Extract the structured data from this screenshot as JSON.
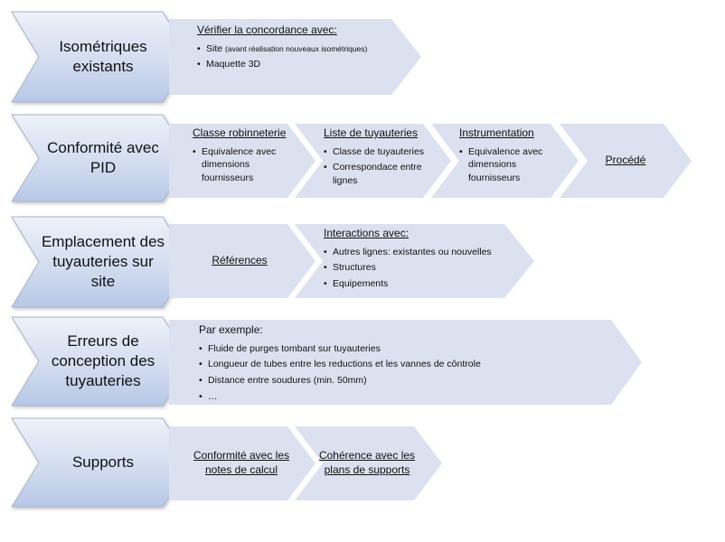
{
  "rows": [
    {
      "title": "Isométriques existants",
      "boxes": [
        {
          "heading": "Vérifier la concordance avec:",
          "bullets": [
            {
              "text": "Site",
              "note": "(avant réalisation nouveaux isométriques)"
            },
            {
              "text": "Maquette 3D"
            }
          ]
        }
      ]
    },
    {
      "title": "Conformité avec PID",
      "boxes": [
        {
          "heading": "Classe robinneterie",
          "bullets": [
            {
              "text": "Equivalence avec dimensions fournisseurs"
            }
          ]
        },
        {
          "heading": "Liste de tuyauteries",
          "bullets": [
            {
              "text": "Classe de tuyauteries"
            },
            {
              "text": "Correspondace entre lignes"
            }
          ]
        },
        {
          "heading": "Instrumentation",
          "bullets": [
            {
              "text": "Equivalence avec dimensions fournisseurs"
            }
          ]
        },
        {
          "heading": "Procédé"
        }
      ]
    },
    {
      "title": "Emplacement des tuyauteries sur site",
      "boxes": [
        {
          "heading": "Références"
        },
        {
          "heading": "Interactions avec:",
          "bullets": [
            {
              "text": "Autres lignes: existantes ou nouvelles"
            },
            {
              "text": "Structures"
            },
            {
              "text": "Equipements"
            }
          ]
        }
      ]
    },
    {
      "title": "Erreurs de conception des tuyauteries",
      "boxes": [
        {
          "heading": "Par exemple:",
          "bullets": [
            {
              "text": "Fluide de purges tombant sur tuyauteries"
            },
            {
              "text": "Longueur de tubes entre les reductions et les vannes de cȏntrole"
            },
            {
              "text": "Distance entre soudures (min. 50mm)"
            },
            {
              "text": "…"
            }
          ]
        }
      ]
    },
    {
      "title": "Supports",
      "boxes": [
        {
          "heading": "Conformité avec les notes de calcul"
        },
        {
          "heading": "Cohérence avec les plans de supports"
        }
      ]
    }
  ],
  "colors": {
    "main_top": "#eef2f9",
    "main_bottom": "#b7c7e6",
    "main_stroke": "#a7b4cc",
    "sub_fill": "#dbe1ee"
  }
}
